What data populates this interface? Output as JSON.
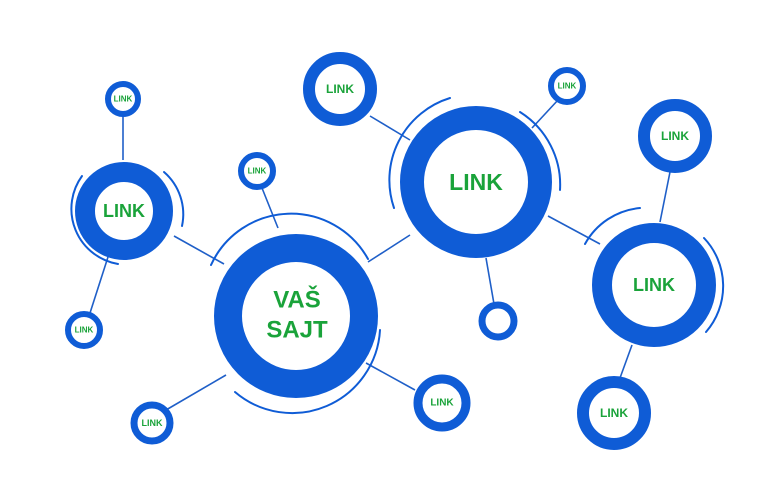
{
  "colors": {
    "ring": "#0f5cd6",
    "line": "#1f5fc8",
    "text": "#1aa33a",
    "background": "#ffffff"
  },
  "nodes": {
    "center": {
      "label_line1": "VAŠ",
      "label_line2": "SAJT"
    },
    "link_left_large": {
      "label": "LINK"
    },
    "link_left_top_small": {
      "label": "LINK"
    },
    "link_left_bottom_small": {
      "label": "LINK"
    },
    "link_center_top_small": {
      "label": "LINK"
    },
    "link_top_medium": {
      "label": "LINK"
    },
    "link_top_large": {
      "label": "LINK"
    },
    "link_top_right_small": {
      "label": "LINK"
    },
    "link_right_large": {
      "label": "LINK"
    },
    "link_right_top_medium": {
      "label": "LINK"
    },
    "link_right_bottom_medium": {
      "label": "LINK"
    },
    "link_bottom_left_small": {
      "label": "LINK"
    },
    "link_bottom_center_medium": {
      "label": "LINK"
    }
  }
}
